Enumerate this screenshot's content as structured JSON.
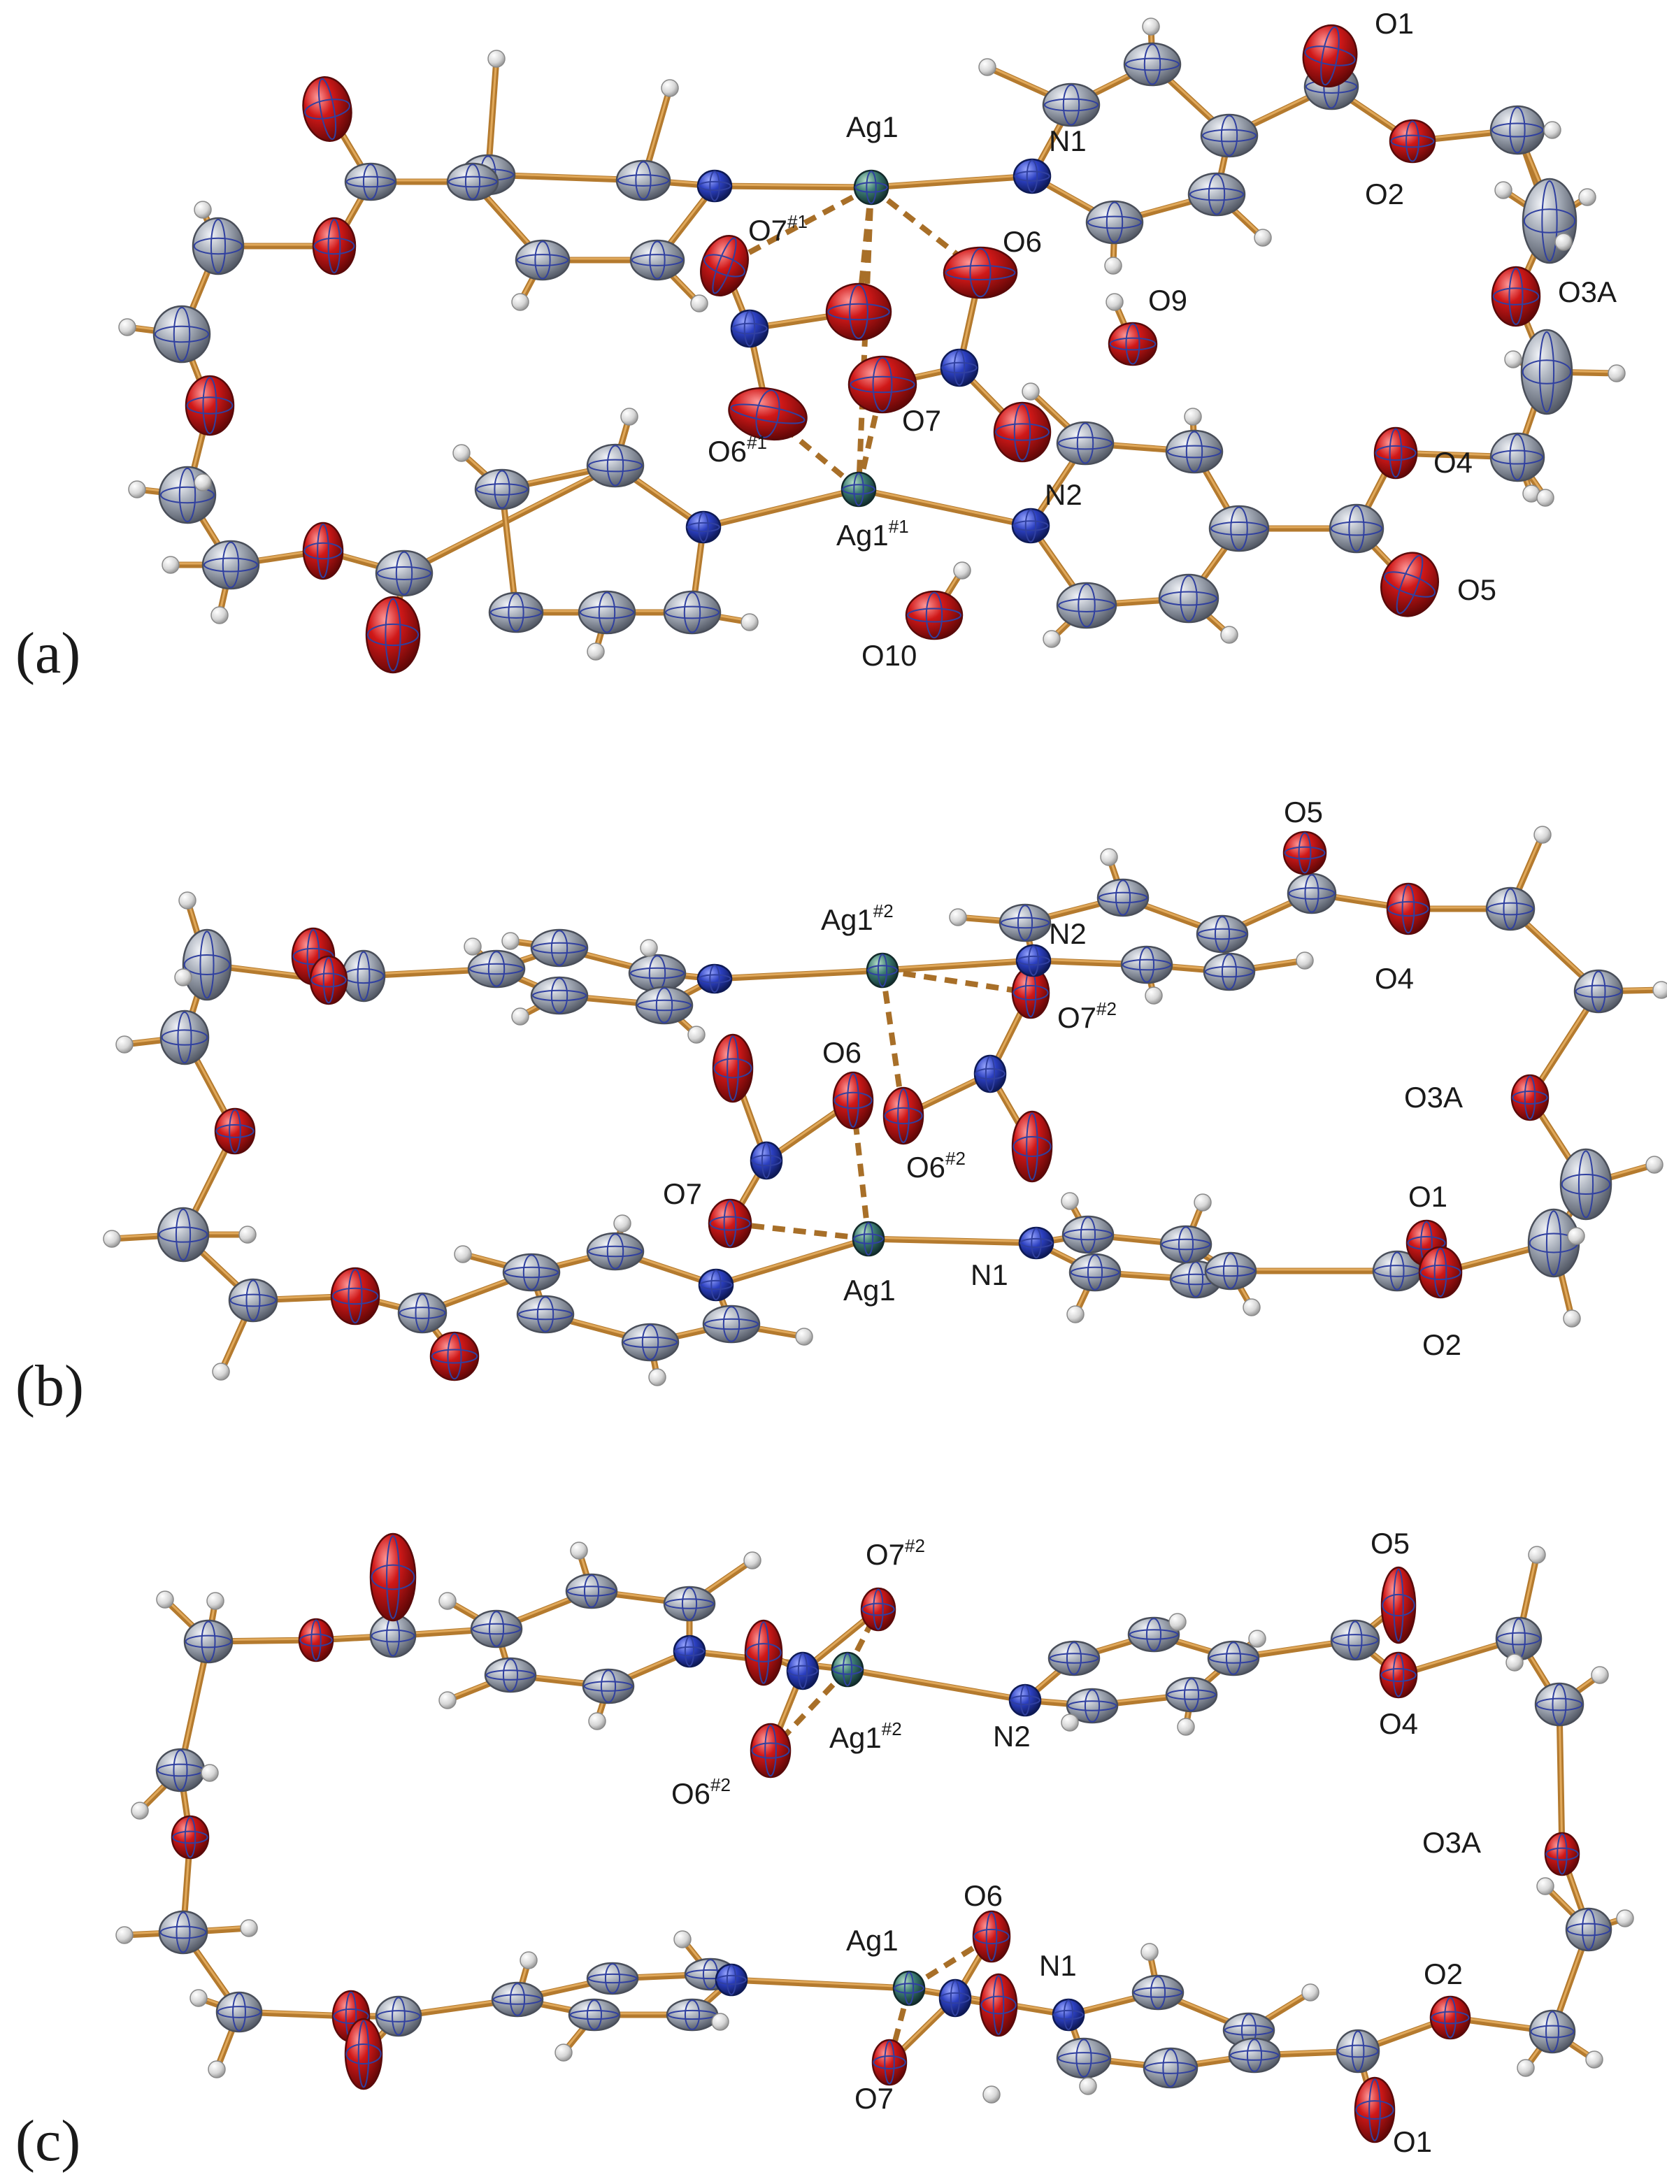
{
  "figure": {
    "panels": [
      {
        "id": "a",
        "letter": "(a)",
        "labels": [
          {
            "id": "Ag1",
            "text": "Ag1",
            "sup": ""
          },
          {
            "id": "N1",
            "text": "N1",
            "sup": ""
          },
          {
            "id": "O1",
            "text": "O1",
            "sup": ""
          },
          {
            "id": "O2",
            "text": "O2",
            "sup": ""
          },
          {
            "id": "O3A",
            "text": "O3A",
            "sup": ""
          },
          {
            "id": "O6",
            "text": "O6",
            "sup": ""
          },
          {
            "id": "O7s1",
            "text": "O7",
            "sup": "#1"
          },
          {
            "id": "O9",
            "text": "O9",
            "sup": ""
          },
          {
            "id": "O7",
            "text": "O7",
            "sup": ""
          },
          {
            "id": "O6s1",
            "text": "O6",
            "sup": "#1"
          },
          {
            "id": "N2",
            "text": "N2",
            "sup": ""
          },
          {
            "id": "O4",
            "text": "O4",
            "sup": ""
          },
          {
            "id": "Ag1s1",
            "text": "Ag1",
            "sup": "#1"
          },
          {
            "id": "O5",
            "text": "O5",
            "sup": ""
          },
          {
            "id": "O10",
            "text": "O10",
            "sup": ""
          }
        ]
      },
      {
        "id": "b",
        "letter": "(b)",
        "labels": [
          {
            "id": "O5",
            "text": "O5",
            "sup": ""
          },
          {
            "id": "Ag1s2",
            "text": "Ag1",
            "sup": "#2"
          },
          {
            "id": "N2",
            "text": "N2",
            "sup": ""
          },
          {
            "id": "O4",
            "text": "O4",
            "sup": ""
          },
          {
            "id": "O7s2",
            "text": "O7",
            "sup": "#2"
          },
          {
            "id": "O6",
            "text": "O6",
            "sup": ""
          },
          {
            "id": "O3A",
            "text": "O3A",
            "sup": ""
          },
          {
            "id": "O6s2",
            "text": "O6",
            "sup": "#2"
          },
          {
            "id": "O1",
            "text": "O1",
            "sup": ""
          },
          {
            "id": "O7",
            "text": "O7",
            "sup": ""
          },
          {
            "id": "Ag1",
            "text": "Ag1",
            "sup": ""
          },
          {
            "id": "N1",
            "text": "N1",
            "sup": ""
          },
          {
            "id": "O2",
            "text": "O2",
            "sup": ""
          }
        ]
      },
      {
        "id": "c",
        "letter": "(c)",
        "labels": [
          {
            "id": "O7s2",
            "text": "O7",
            "sup": "#2"
          },
          {
            "id": "O5",
            "text": "O5",
            "sup": ""
          },
          {
            "id": "Ag1s2",
            "text": "Ag1",
            "sup": "#2"
          },
          {
            "id": "N2",
            "text": "N2",
            "sup": ""
          },
          {
            "id": "O4",
            "text": "O4",
            "sup": ""
          },
          {
            "id": "O6s2",
            "text": "O6",
            "sup": "#2"
          },
          {
            "id": "O3A",
            "text": "O3A",
            "sup": ""
          },
          {
            "id": "O6",
            "text": "O6",
            "sup": ""
          },
          {
            "id": "Ag1",
            "text": "Ag1",
            "sup": ""
          },
          {
            "id": "N1",
            "text": "N1",
            "sup": ""
          },
          {
            "id": "O2",
            "text": "O2",
            "sup": ""
          },
          {
            "id": "O7",
            "text": "O7",
            "sup": ""
          },
          {
            "id": "O1",
            "text": "O1",
            "sup": ""
          }
        ]
      }
    ],
    "colors": {
      "carbon": "#8f96a3",
      "oxygen": "#c41414",
      "nitrogen": "#2a3fb5",
      "silver": "#2f6464",
      "hydrogen": "#d8d8d8",
      "bond": "#b47a2e"
    }
  }
}
